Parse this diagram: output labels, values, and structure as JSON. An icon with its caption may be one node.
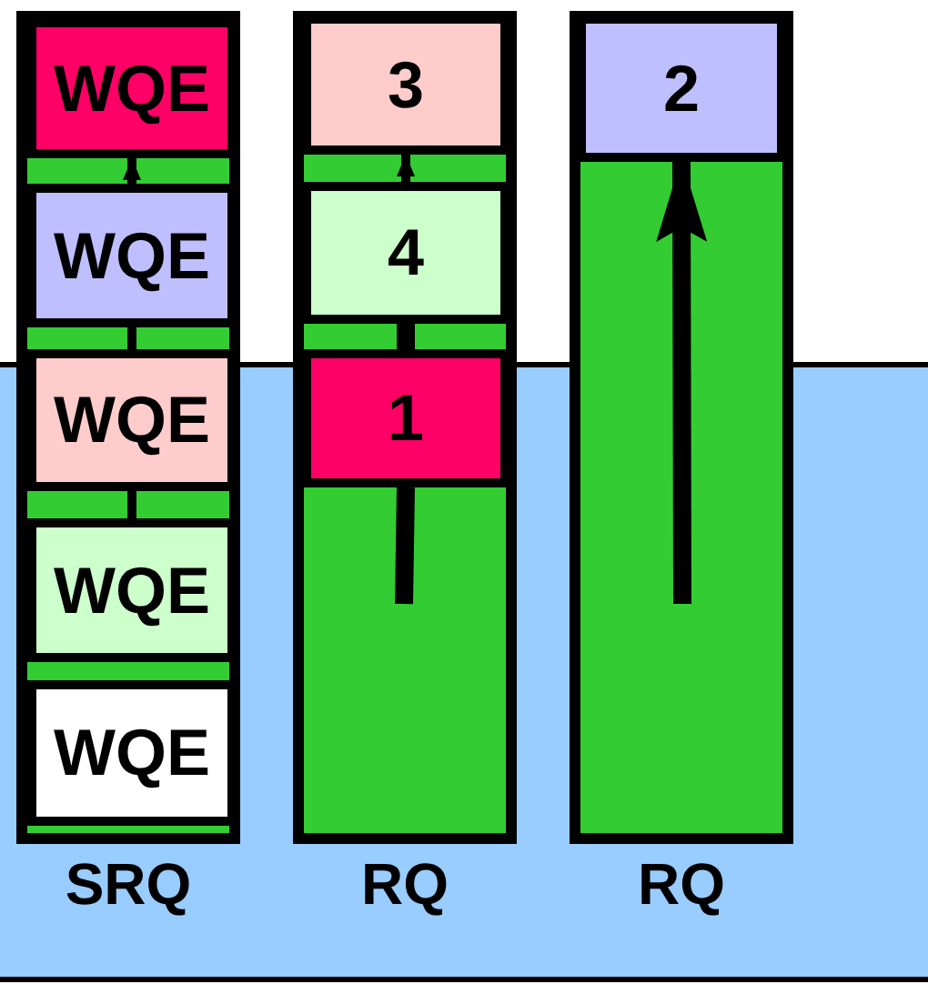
{
  "diagram": {
    "nodes": [
      {
        "text": [
          "SRQ"
        ]
      },
      {
        "text": [
          "WQE"
        ],
        "in": 0
      },
      {
        "text": [
          "WQE"
        ],
        "in": 0
      },
      {
        "text": [
          "WQE"
        ],
        "in": 0
      },
      {
        "text": [
          "WQE"
        ],
        "in": 0
      },
      {
        "text": [
          "WQE"
        ],
        "in": 0
      },
      {
        "text": [
          "RQ"
        ]
      },
      {
        "text": [
          "3"
        ],
        "in": 6
      },
      {
        "text": [
          "4"
        ],
        "in": 6
      },
      {
        "text": [
          "1"
        ],
        "in": 6
      },
      {
        "text": [
          "RQ"
        ]
      },
      {
        "text": [
          "2"
        ],
        "in": 10
      }
    ],
    "edges": [
      {
        "from": 2,
        "to": 1,
        "arrow": "to"
      },
      {
        "from": 3,
        "to": 2,
        "arrow": "none"
      },
      {
        "from": 4,
        "to": 3,
        "arrow": "none"
      },
      {
        "from": 8,
        "to": 7,
        "arrow": "to"
      },
      {
        "from": 9,
        "to": 8,
        "arrow": "none",
        "style": "thick"
      },
      {
        "from": null,
        "to": 9,
        "arrow": "none",
        "style": "thick"
      },
      {
        "from": null,
        "to": 11,
        "arrow": "to",
        "style": "thick"
      }
    ]
  }
}
